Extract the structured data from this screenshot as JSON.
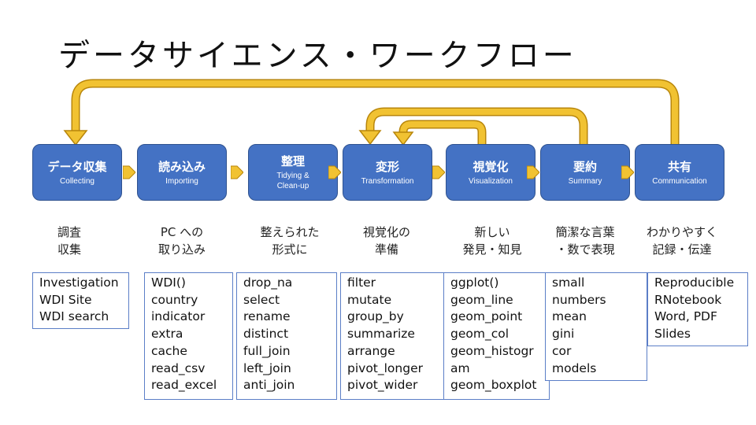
{
  "title": "データサイエンス・ワークフロー",
  "colors": {
    "step_fill": "#4472c4",
    "arrow_fill": "#f1c232",
    "arrow_stroke": "#b8860b",
    "box_border": "#5b7ec7"
  },
  "steps": [
    {
      "jp": "データ収集",
      "en": "Collecting",
      "desc": [
        "調査",
        "収集"
      ],
      "items": [
        "Investigation",
        "WDI Site",
        "WDI search"
      ]
    },
    {
      "jp": "読み込み",
      "en": "Importing",
      "desc": [
        "PC への",
        "取り込み"
      ],
      "items": [
        "WDI()",
        "country",
        "indicator",
        "extra",
        "cache",
        "read_csv",
        "read_excel"
      ]
    },
    {
      "jp": "整理",
      "en": "Tidying &",
      "en2": "Clean-up",
      "desc": [
        "整えられた",
        "形式に"
      ],
      "items": [
        "drop_na",
        "select",
        "rename",
        "distinct",
        "full_join",
        "left_join",
        "anti_join"
      ]
    },
    {
      "jp": "変形",
      "en": "Transformation",
      "desc": [
        "視覚化の",
        "準備"
      ],
      "items": [
        "filter",
        "mutate",
        "group_by",
        "summarize",
        "arrange",
        "pivot_longer",
        "pivot_wider"
      ]
    },
    {
      "jp": "視覚化",
      "en": "Visualization",
      "desc": [
        "新しい",
        "発見・知見"
      ],
      "items": [
        "ggplot()",
        "geom_line",
        "geom_point",
        "geom_col",
        "geom_histogr",
        "am",
        "geom_boxplot"
      ]
    },
    {
      "jp": "要約",
      "en": "Summary",
      "desc": [
        "簡潔な言葉",
        "・数で表現"
      ],
      "items": [
        "small",
        "numbers",
        "mean",
        "gini",
        "cor",
        "models"
      ]
    },
    {
      "jp": "共有",
      "en": "Communication",
      "desc": [
        "わかりやすく",
        "記録・伝達"
      ],
      "items": [
        "Reproducible",
        "RNotebook",
        "Word, PDF",
        "Slides"
      ]
    }
  ]
}
